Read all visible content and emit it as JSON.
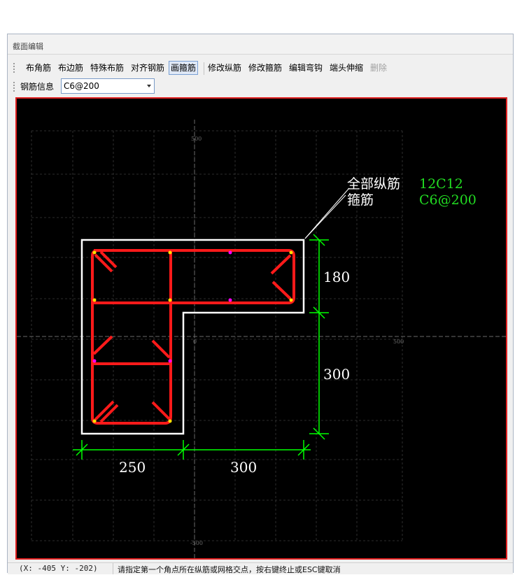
{
  "window": {
    "title": "截面编辑"
  },
  "toolbar": {
    "buttons": [
      "布角筋",
      "布边筋",
      "特殊布筋",
      "对齐钢筋",
      "画箍筋",
      "修改纵筋",
      "修改箍筋",
      "编辑弯钩",
      "端头伸缩",
      "删除"
    ]
  },
  "rebar_info": {
    "label": "钢筋信息",
    "value": "C6@200"
  },
  "canvas": {
    "grid_labels": {
      "top": "500",
      "right": "500",
      "center": "0",
      "bottom": "-500"
    },
    "annotation": {
      "longitudinal_label": "全部纵筋",
      "longitudinal_value": "12C12",
      "stirrup_label": "箍筋",
      "stirrup_value": "C6@200"
    },
    "dimensions": {
      "top_height": "180",
      "bottom_height": "300",
      "left_width": "250",
      "right_width": "300"
    }
  },
  "status": {
    "coords": "(X: -405 Y: -202)",
    "message": "请指定第一个角点所在纵筋或网格交点，按右键终止或ESC键取消"
  },
  "colors": {
    "rebar": "#ff1a1a",
    "dimension": "#00ff00",
    "outline": "#ffffff",
    "frame": "#e02020",
    "annotation_value": "#22dd22"
  }
}
